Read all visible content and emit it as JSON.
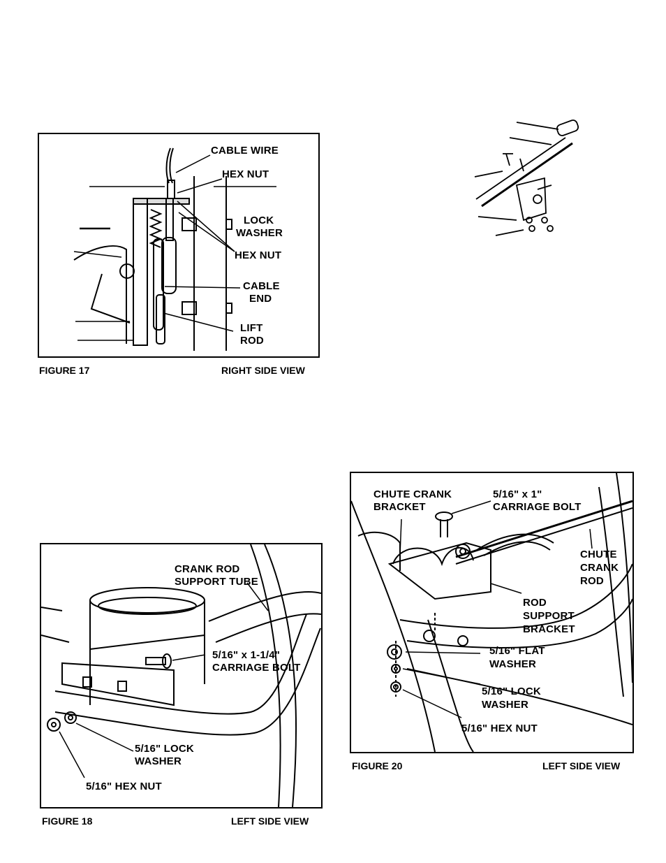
{
  "figure17": {
    "caption": "FIGURE 17",
    "view": "RIGHT SIDE VIEW",
    "labels": {
      "cable_wire": "CABLE WIRE",
      "hex_nut_top": "HEX NUT",
      "lock_1": "LOCK",
      "lock_2": "WASHER",
      "hex_nut_bottom": "HEX NUT",
      "cable_end_1": "CABLE",
      "cable_end_2": "END",
      "lift_rod_1": "LIFT",
      "lift_rod_2": "ROD"
    }
  },
  "figure18": {
    "caption": "FIGURE  18",
    "view": "LEFT SIDE VIEW",
    "labels": {
      "crank_rod_1": "CRANK ROD",
      "crank_rod_2": "SUPPORT TUBE",
      "carriage_bolt_1": "5/16\" x 1-1/4\"",
      "carriage_bolt_2": "CARRIAGE BOLT",
      "lock_washer_1": "5/16\" LOCK",
      "lock_washer_2": "WASHER",
      "hex_nut": "5/16\" HEX NUT"
    }
  },
  "figure20": {
    "caption": "FIGURE  20",
    "view": "LEFT SIDE VIEW",
    "labels": {
      "chute_bracket_1": "CHUTE CRANK",
      "chute_bracket_2": "BRACKET",
      "carriage_bolt_1": "5/16\" x 1\"",
      "carriage_bolt_2": "CARRIAGE BOLT",
      "chute_rod_1": "CHUTE",
      "chute_rod_2": "CRANK",
      "chute_rod_3": "ROD",
      "rod_support_1": "ROD",
      "rod_support_2": "SUPPORT",
      "rod_support_3": "BRACKET",
      "flat_washer_1": "5/16\" FLAT",
      "flat_washer_2": "WASHER",
      "lock_washer_1": "5/16\" LOCK",
      "lock_washer_2": "WASHER",
      "hex_nut": "5/16\" HEX NUT"
    }
  }
}
